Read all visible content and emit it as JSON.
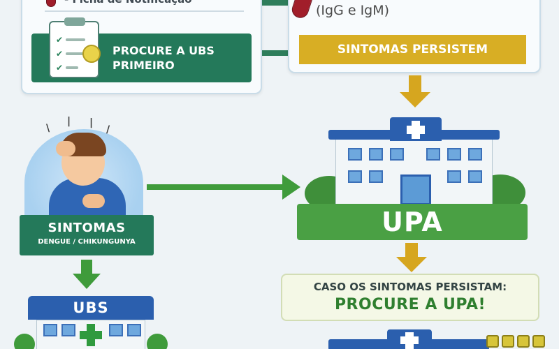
{
  "top_left": {
    "notification_line": "- Ficha de Notificação",
    "button_line1": "PROCURE A UBS",
    "button_line2": "PRIMEIRO"
  },
  "top_right": {
    "test_text": "(IgG e IgM)",
    "persist_label": "SINTOMAS PERSISTEM"
  },
  "symptoms": {
    "title": "SINTOMAS",
    "subtitle": "DENGUE / CHIKUNGUNYA"
  },
  "upa": {
    "label": "UPA"
  },
  "notice": {
    "line1": "CASO OS SINTOMAS PERSISTAM:",
    "line2": "PROCURE A UPA!"
  },
  "ubs": {
    "label": "UBS"
  },
  "colors": {
    "green_dark": "#24795a",
    "green_light": "#4aa044",
    "gold": "#d8ae24",
    "blue": "#2b5fae"
  }
}
